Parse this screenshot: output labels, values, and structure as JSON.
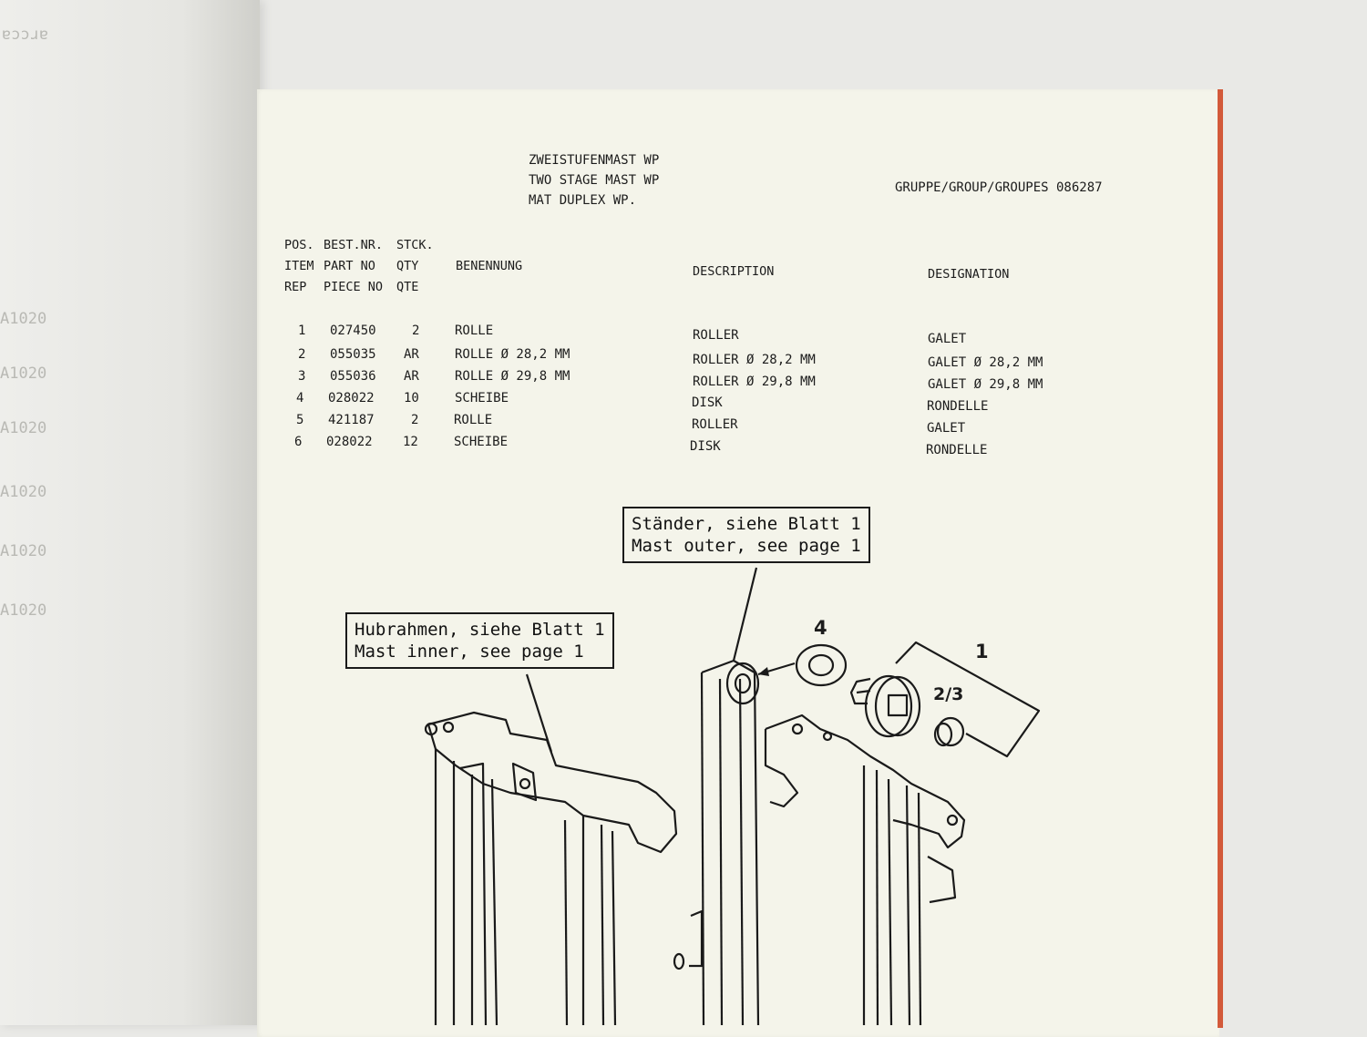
{
  "document": {
    "title_lines": [
      "ZWEISTUFENMAST WP",
      "TWO STAGE MAST WP",
      "MAT DUPLEX WP."
    ],
    "group_label": "GRUPPE/GROUP/GROUPES 086287",
    "column_headers": {
      "pos": [
        "POS.",
        "ITEM",
        "REP"
      ],
      "part": [
        "BEST.NR.",
        "PART NO",
        "PIECE NO"
      ],
      "qty": [
        "STCK.",
        "QTY",
        "QTE"
      ],
      "benennung": "BENENNUNG",
      "description": "DESCRIPTION",
      "designation": "DESIGNATION"
    },
    "rows": [
      {
        "pos": "1",
        "part": "027450",
        "qty": "2",
        "benennung": "ROLLE",
        "description": "ROLLER",
        "designation": "GALET"
      },
      {
        "pos": "2",
        "part": "055035",
        "qty": "AR",
        "benennung": "ROLLE Ø 28,2 MM",
        "description": "ROLLER Ø 28,2 MM",
        "designation": "GALET Ø 28,2 MM"
      },
      {
        "pos": "3",
        "part": "055036",
        "qty": "AR",
        "benennung": "ROLLE Ø 29,8 MM",
        "description": "ROLLER Ø 29,8 MM",
        "designation": "GALET Ø 29,8 MM"
      },
      {
        "pos": "4",
        "part": "028022",
        "qty": "10",
        "benennung": "SCHEIBE",
        "description": "DISK",
        "designation": "RONDELLE"
      },
      {
        "pos": "5",
        "part": "421187",
        "qty": "2",
        "benennung": "ROLLE",
        "description": "ROLLER",
        "designation": "GALET"
      },
      {
        "pos": "6",
        "part": "028022",
        "qty": "12",
        "benennung": "SCHEIBE",
        "description": "DISK",
        "designation": "RONDELLE"
      }
    ],
    "callouts": {
      "outer": [
        "Ständer, siehe Blatt 1",
        "Mast outer, see page 1"
      ],
      "inner": [
        "Hubrahmen, siehe Blatt 1",
        "Mast inner, see page 1"
      ]
    },
    "diagram_labels": {
      "washer": "4",
      "roller": "1",
      "bushing": "2/3"
    }
  }
}
